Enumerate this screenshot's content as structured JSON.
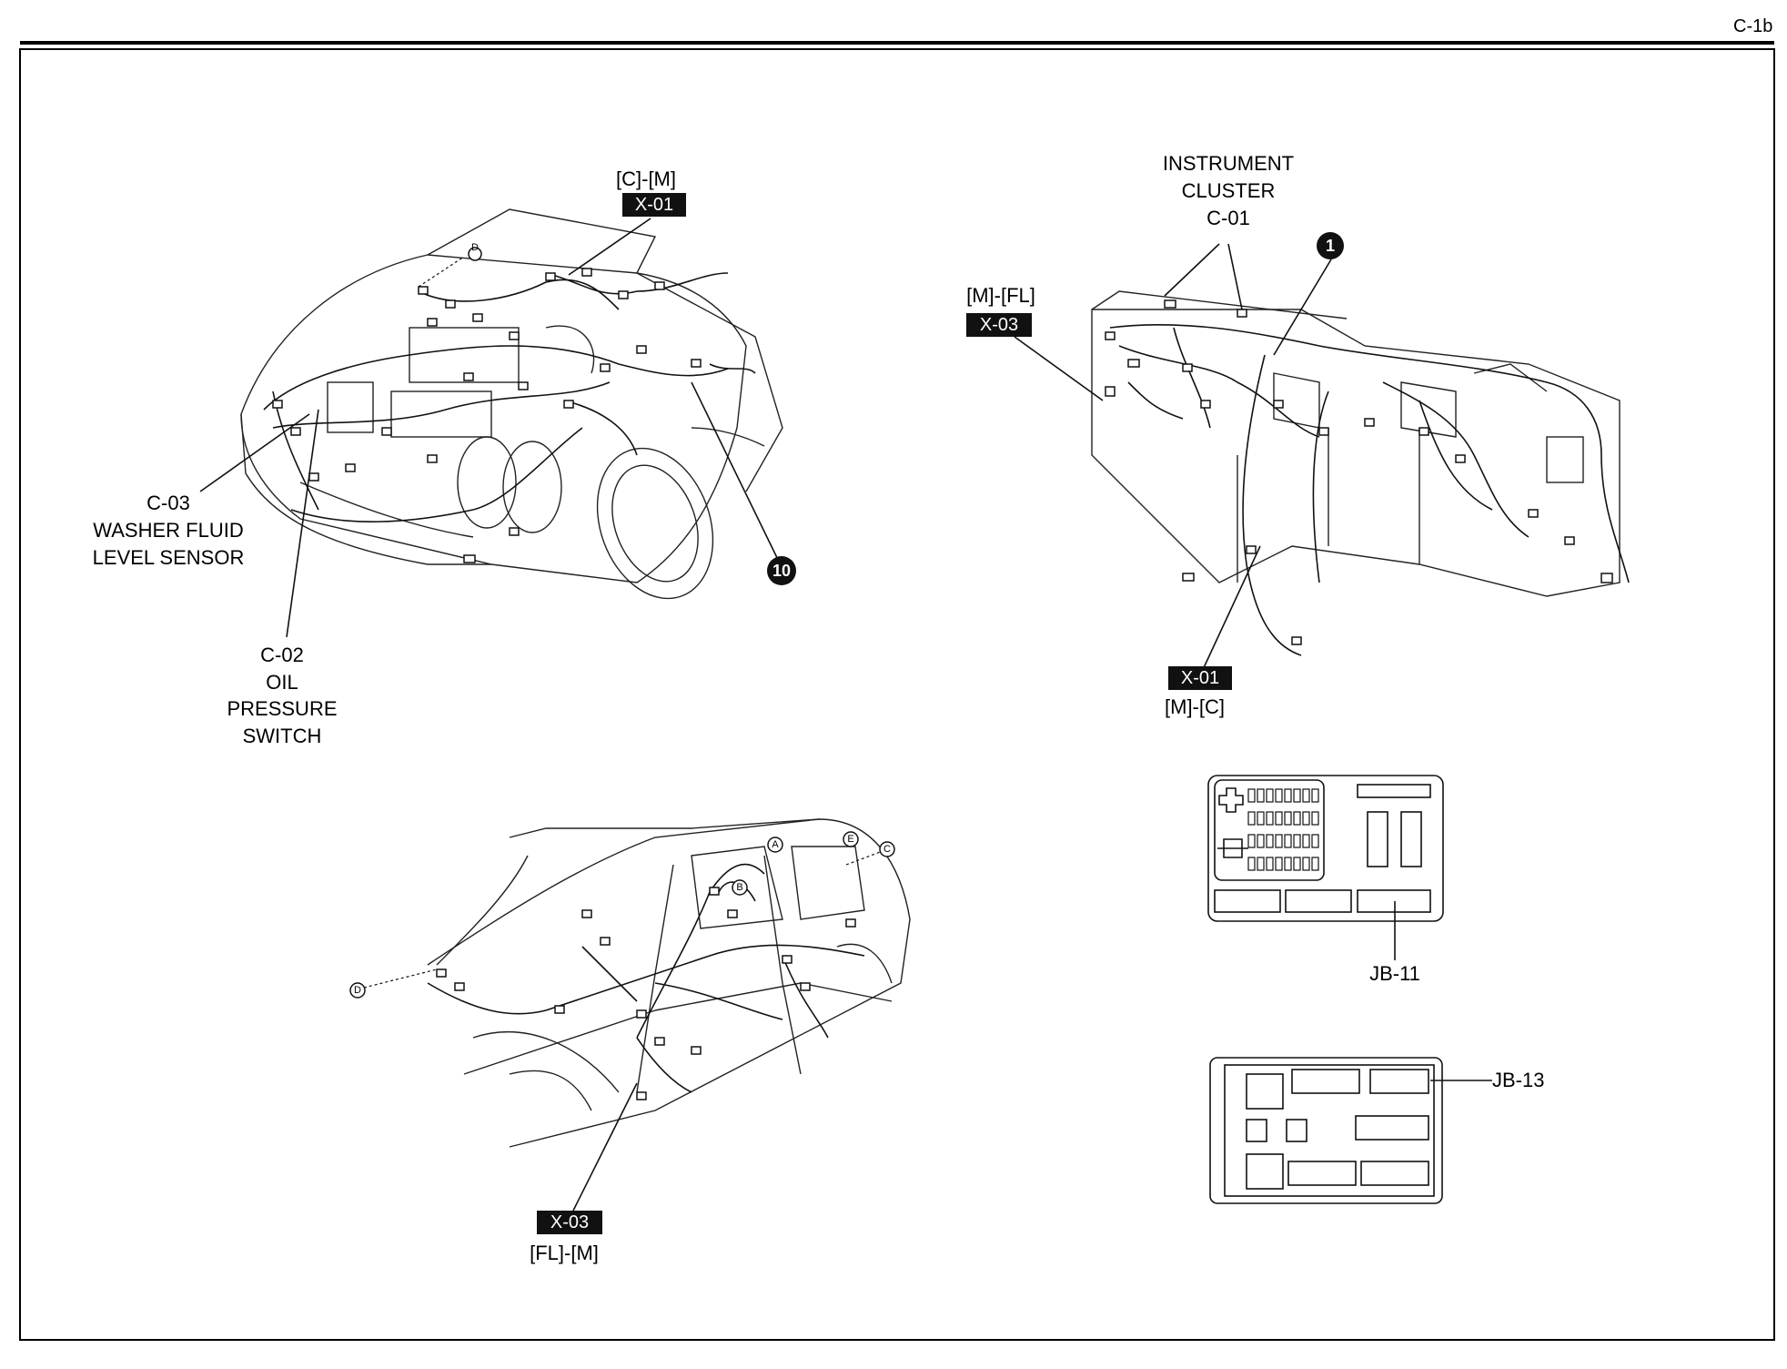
{
  "page": {
    "id": "C-1b"
  },
  "engine_view": {
    "connector_main": {
      "route": "[C]-[M]",
      "tag": "X-01"
    },
    "washer": {
      "code": "C-03",
      "line1": "WASHER FLUID",
      "line2": "LEVEL SENSOR"
    },
    "oil": {
      "code": "C-02",
      "line1": "OIL",
      "line2": "PRESSURE",
      "line3": "SWITCH"
    },
    "bullet": "10",
    "ref_d": "D"
  },
  "dash_view": {
    "cluster": {
      "line1": "INSTRUMENT",
      "line2": "CLUSTER",
      "code": "C-01"
    },
    "bullet": "1",
    "connector_fl": {
      "route": "[M]-[FL]",
      "tag": "X-03"
    },
    "connector_c": {
      "tag": "X-01",
      "route": "[M]-[C]"
    }
  },
  "body_view": {
    "connector": {
      "tag": "X-03",
      "route": "[FL]-[M]"
    },
    "refs": {
      "a": "A",
      "b": "B",
      "c": "C",
      "d": "D",
      "e": "E"
    }
  },
  "junction_boxes": {
    "jb11": "JB-11",
    "jb13": "JB-13"
  }
}
